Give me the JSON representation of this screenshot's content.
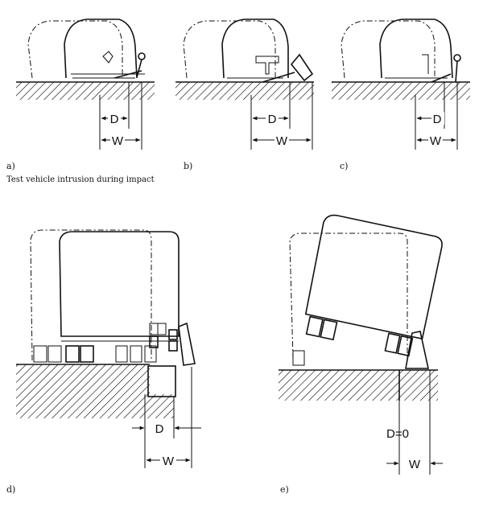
{
  "caption": "Test vehicle intrusion during impact",
  "panels": [
    {
      "label": "a)",
      "dims": [
        "D",
        "W"
      ]
    },
    {
      "label": "b)",
      "dims": [
        "D",
        "W"
      ]
    },
    {
      "label": "c)",
      "dims": [
        "D",
        "W"
      ]
    },
    {
      "label": "d)",
      "dims": [
        "D",
        "W"
      ]
    },
    {
      "label": "e)",
      "dims": [
        "D=0",
        "W"
      ]
    }
  ]
}
